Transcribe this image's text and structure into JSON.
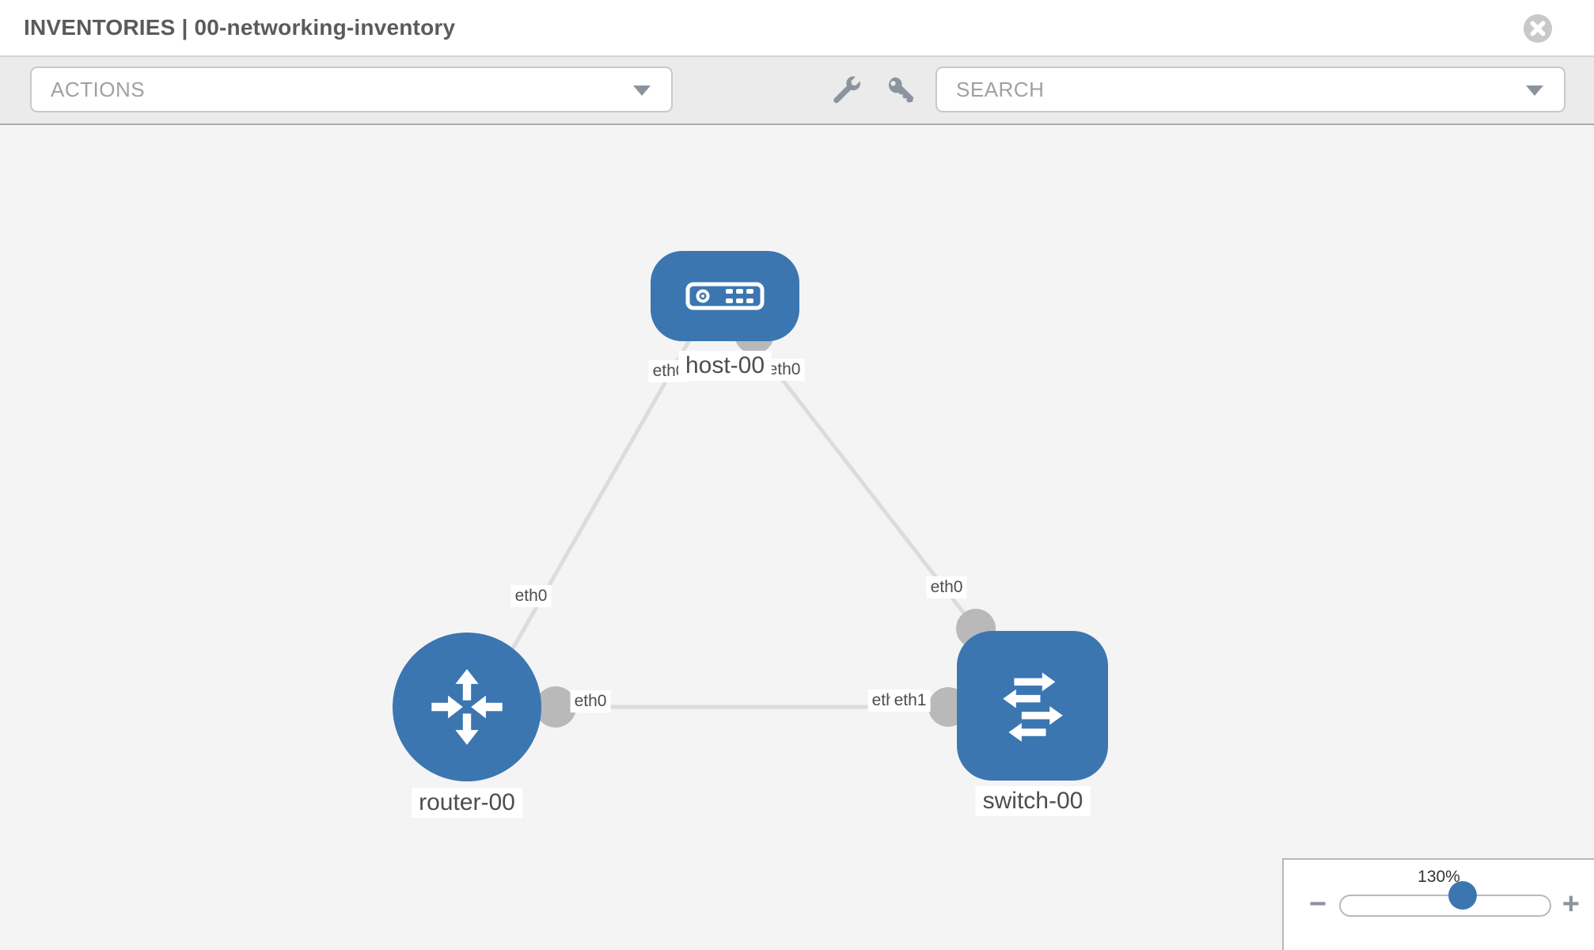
{
  "header": {
    "title": "INVENTORIES | 00-networking-inventory"
  },
  "toolbar": {
    "actions_label": "ACTIONS",
    "search_placeholder": "SEARCH",
    "icons": [
      "wrench-icon",
      "key-icon"
    ]
  },
  "topology": {
    "nodes": [
      {
        "id": "host-00",
        "type": "host",
        "label": "host-00"
      },
      {
        "id": "router-00",
        "type": "router",
        "label": "router-00"
      },
      {
        "id": "switch-00",
        "type": "switch",
        "label": "switch-00"
      }
    ],
    "links": [
      {
        "source": "host-00",
        "target": "router-00",
        "source_interface": "eth0",
        "target_interface": "eth0"
      },
      {
        "source": "host-00",
        "target": "switch-00",
        "source_interface": "eth0",
        "target_interface": "eth0"
      },
      {
        "source": "router-00",
        "target": "switch-00",
        "source_interface": "eth0",
        "target_interface": "eth1"
      }
    ],
    "interface_chips": [
      {
        "at": "host-left",
        "text": "eth0"
      },
      {
        "at": "host-right",
        "text": "eth0"
      },
      {
        "at": "router-top",
        "text": "eth0"
      },
      {
        "at": "router-right",
        "text": "eth0"
      },
      {
        "at": "switch-top",
        "text": "eth0"
      },
      {
        "at": "switch-left-back",
        "text": "eth0"
      },
      {
        "at": "switch-left-front",
        "text": "eth1"
      }
    ]
  },
  "zoom": {
    "level": "130%",
    "percent": 130,
    "minus": "−",
    "plus": "+"
  },
  "colors": {
    "node_blue": "#3b76b1",
    "link_gray": "#dcdcdc",
    "dot_gray": "#b9b9b9",
    "toolbar_bg": "#ebebeb",
    "canvas_bg": "#f4f4f4"
  }
}
